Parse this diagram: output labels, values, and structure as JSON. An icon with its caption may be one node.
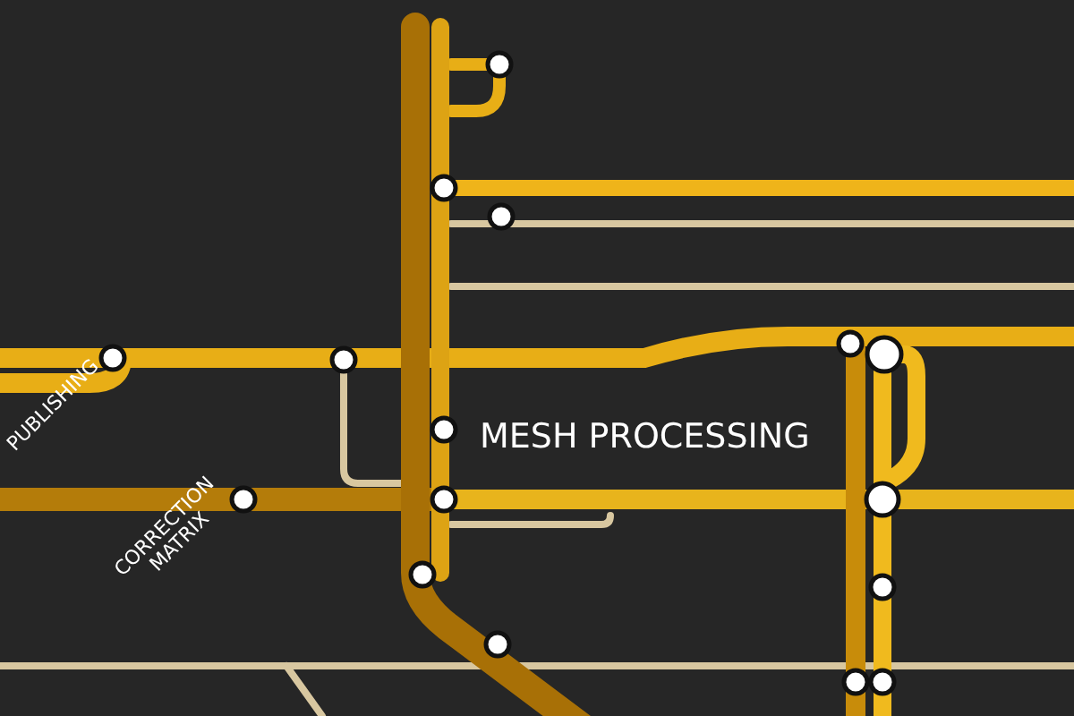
{
  "diagram": {
    "labels": [
      "PUBLISHING",
      "MESH PROCESSING",
      "CORRECTION MATRIX"
    ]
  }
}
